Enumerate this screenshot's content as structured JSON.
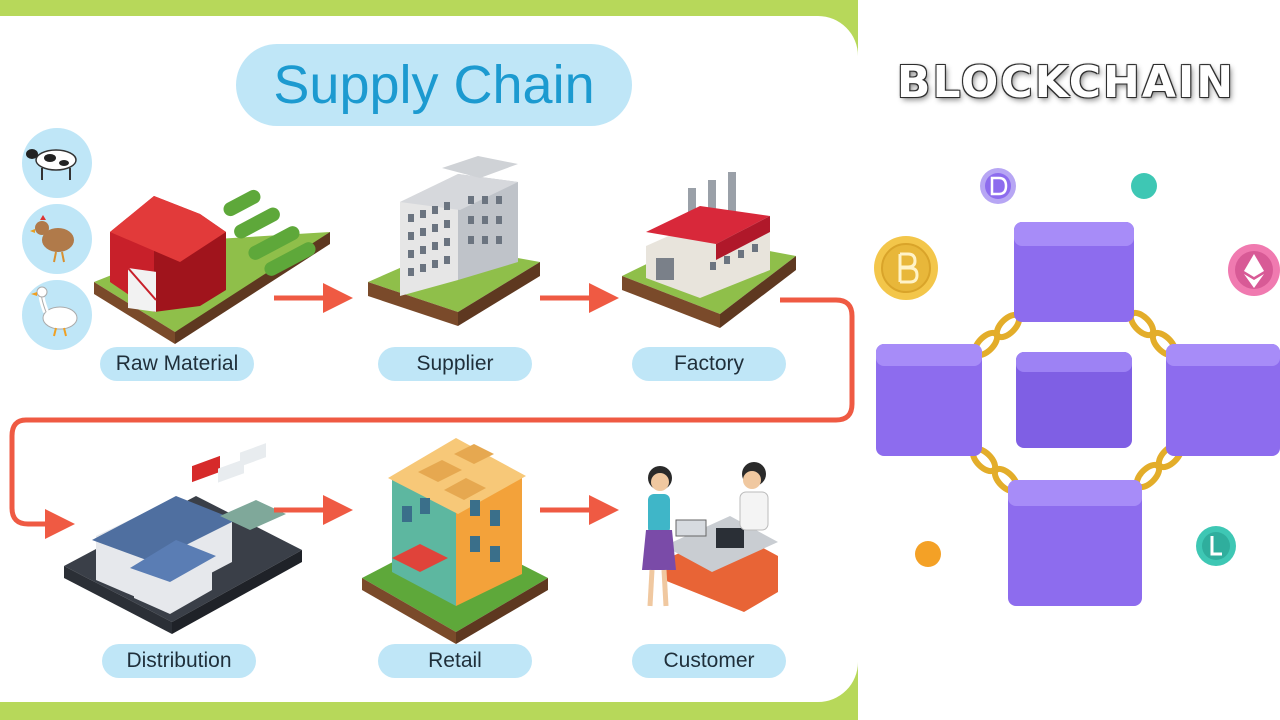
{
  "diagram": {
    "title": "Supply Chain",
    "stages": [
      {
        "label": "Raw Material"
      },
      {
        "label": "Supplier"
      },
      {
        "label": "Factory"
      },
      {
        "label": "Distribution"
      },
      {
        "label": "Retail"
      },
      {
        "label": "Customer"
      }
    ],
    "raw_material_sources": [
      "cow-icon",
      "chicken-icon",
      "goose-icon"
    ]
  },
  "blockchain": {
    "title": "BLOCKCHAIN",
    "coins": [
      "dash-coin-icon",
      "bitcoin-coin-icon",
      "ethereum-coin-icon",
      "litecoin-coin-icon"
    ]
  },
  "colors": {
    "frame_green": "#b7d85a",
    "pill_blue": "#bfe6f7",
    "title_blue": "#1c9ad0",
    "arrow_red": "#ef5a43",
    "cube_purple": "#9b7bf0",
    "chain_gold": "#e3ad2a"
  }
}
